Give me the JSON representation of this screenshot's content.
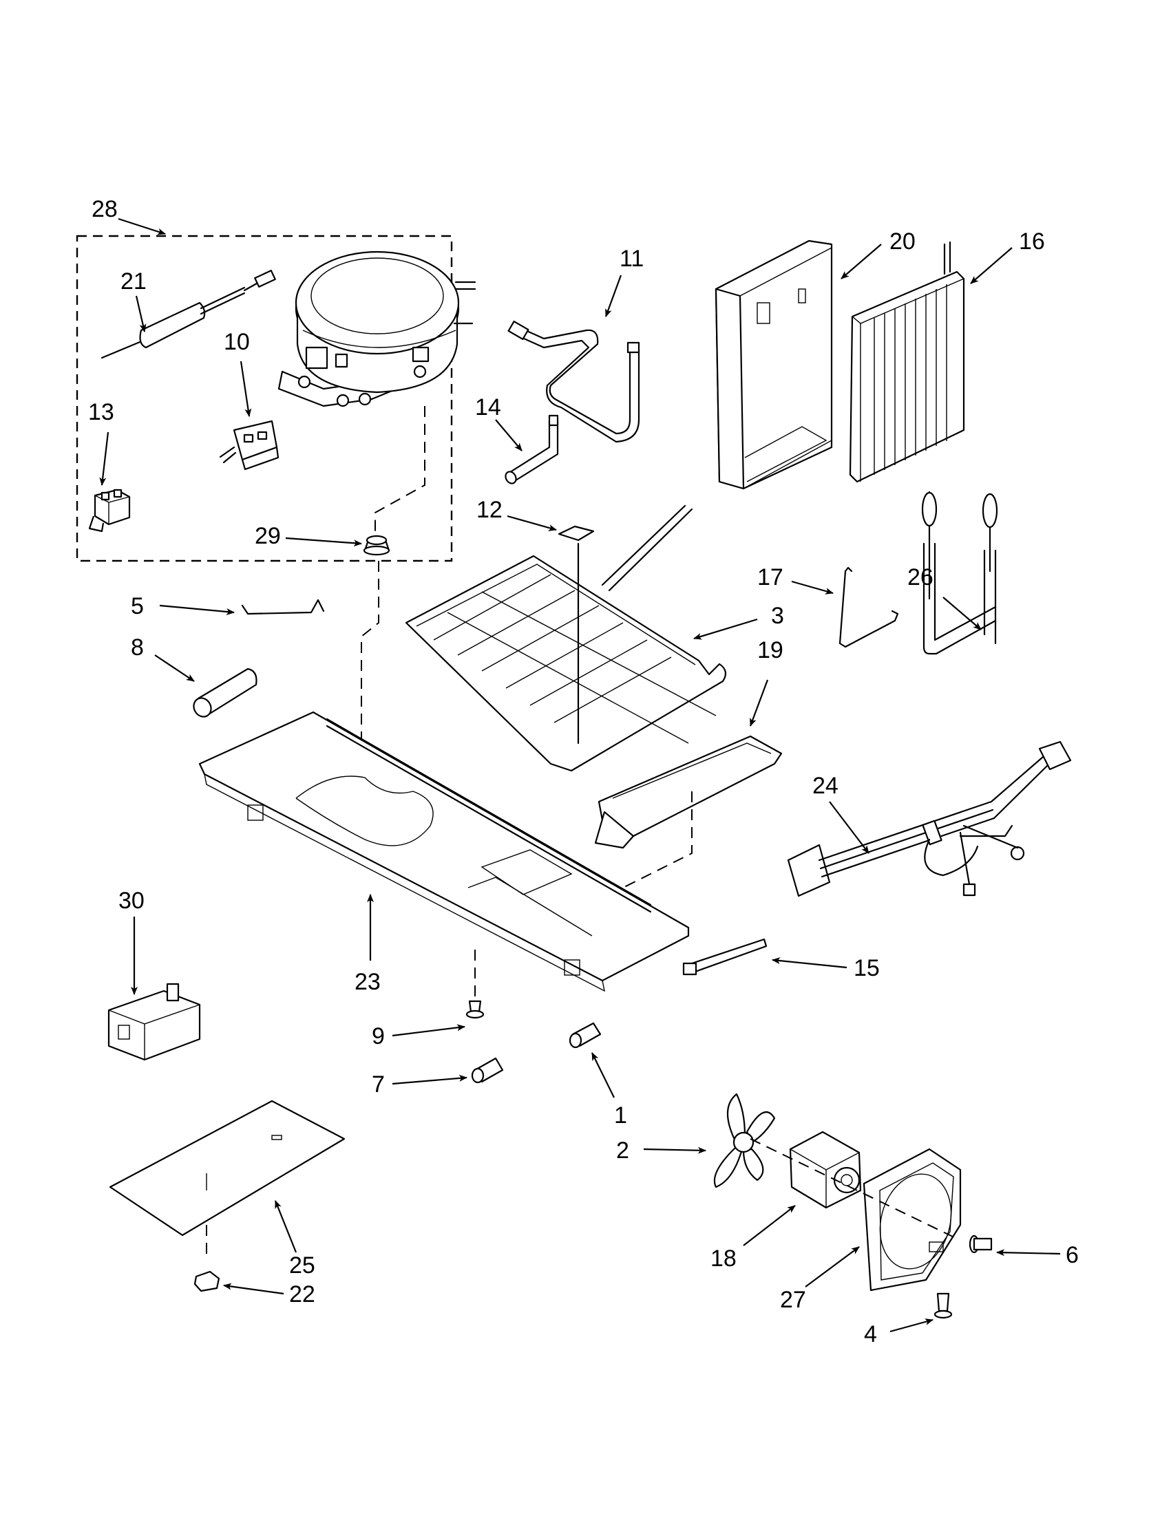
{
  "diagram": {
    "callouts": [
      {
        "id": "c28",
        "label": "28"
      },
      {
        "id": "c21",
        "label": "21"
      },
      {
        "id": "c10",
        "label": "10"
      },
      {
        "id": "c13",
        "label": "13"
      },
      {
        "id": "c29",
        "label": "29"
      },
      {
        "id": "c5",
        "label": "5"
      },
      {
        "id": "c8",
        "label": "8"
      },
      {
        "id": "c11",
        "label": "11"
      },
      {
        "id": "c14",
        "label": "14"
      },
      {
        "id": "c12",
        "label": "12"
      },
      {
        "id": "c20",
        "label": "20"
      },
      {
        "id": "c16",
        "label": "16"
      },
      {
        "id": "c17",
        "label": "17"
      },
      {
        "id": "c26",
        "label": "26"
      },
      {
        "id": "c3",
        "label": "3"
      },
      {
        "id": "c19",
        "label": "19"
      },
      {
        "id": "c24",
        "label": "24"
      },
      {
        "id": "c15",
        "label": "15"
      },
      {
        "id": "c30",
        "label": "30"
      },
      {
        "id": "c23",
        "label": "23"
      },
      {
        "id": "c9",
        "label": "9"
      },
      {
        "id": "c7",
        "label": "7"
      },
      {
        "id": "c1",
        "label": "1"
      },
      {
        "id": "c2",
        "label": "2"
      },
      {
        "id": "c18",
        "label": "18"
      },
      {
        "id": "c27",
        "label": "27"
      },
      {
        "id": "c6",
        "label": "6"
      },
      {
        "id": "c4",
        "label": "4"
      },
      {
        "id": "c25",
        "label": "25"
      },
      {
        "id": "c22",
        "label": "22"
      }
    ]
  }
}
